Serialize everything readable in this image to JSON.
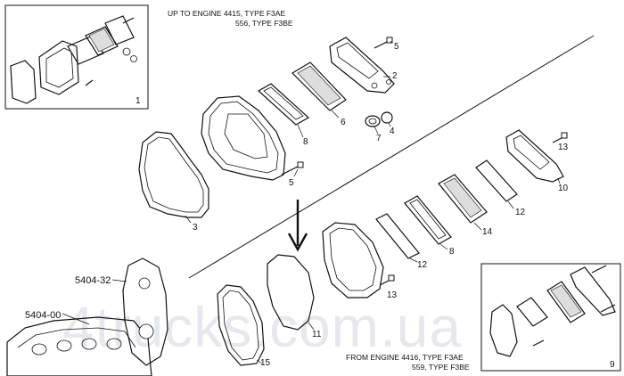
{
  "header_top": {
    "line1": "UP TO ENGINE 4415, TYPE F3AE",
    "line2": "556, TYPE F3BE"
  },
  "header_bottom": {
    "line1": "FROM ENGINE 4416, TYPE F3AE",
    "line2": "559, TYPE F3BE"
  },
  "part_numbers": {
    "p1": "1",
    "p2": "2",
    "p3": "3",
    "p4": "4",
    "p5a": "5",
    "p5b": "5",
    "p6": "6",
    "p7": "7",
    "p8a": "8",
    "p8b": "8",
    "p9": "9",
    "p10": "10",
    "p11": "11",
    "p12a": "12",
    "p12b": "12",
    "p13a": "13",
    "p13b": "13",
    "p14": "14",
    "p15": "15"
  },
  "ref_codes": {
    "code_a": "5404-32",
    "code_b": "5404-00"
  },
  "watermark": "4trucks.com.ua",
  "colors": {
    "line": "#111111",
    "background": "#ffffff",
    "watermark": "#c8cdd2"
  }
}
